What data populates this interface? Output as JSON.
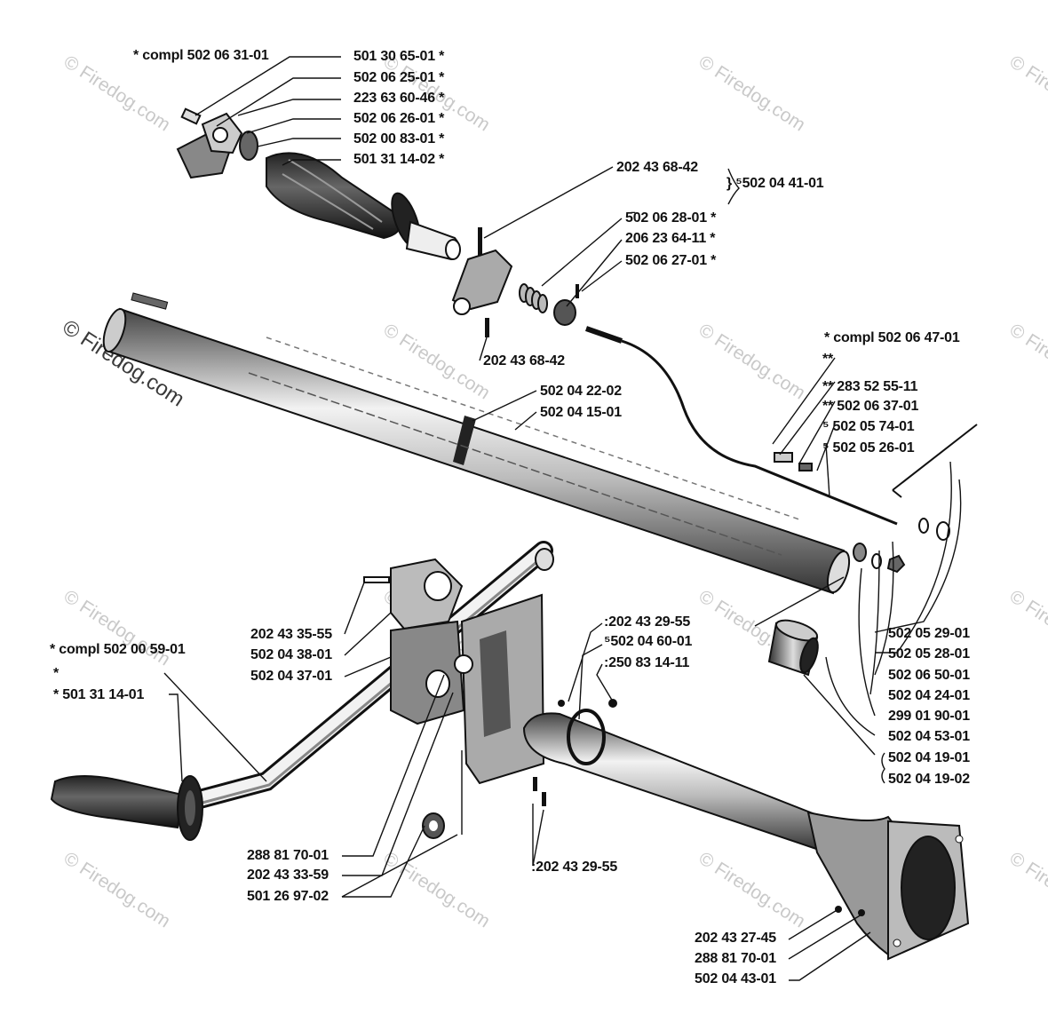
{
  "watermark": {
    "text": "© Firedog.com"
  },
  "parts": {
    "p01": "*  compl 502 06 31-01",
    "p02": "501 30 65-01  *",
    "p03": "502 06 25-01  *",
    "p04": "223 63 60-46  *",
    "p05": "502 06 26-01  *",
    "p06": "502 00 83-01  *",
    "p07": "501 31 14-02  *",
    "p08": "202 43 68-42",
    "p09": "} ⁵502 04 41-01",
    "p10": "5̄02 06 28-01  *",
    "p11": "206 23 64-11  *",
    "p12": "502 06 27-01  *",
    "p13": "202 43 68-42",
    "p14": "*  compl 502 06 47-01",
    "p15": "**",
    "p16": "**  283 52 55-11",
    "p17": "**  502 06 37-01",
    "p18": "⁵ 502 05 74-01",
    "p19": "⁵ 502 05 26-01",
    "p20": "502 04 22-02",
    "p21": "502 04 15-01",
    "p22": "202 43 35-55",
    "p23": "502 04 38-01",
    "p24": "502 04 37-01",
    "p25": "*  compl 502 00 59-01",
    "p26": "*",
    "p27": "*  501 31 14-01",
    "p28": ":202 43 29-55",
    "p29": "⁵502 04 60-01",
    "p30": ":250 83 14-11",
    "p31": "502 05 29-01",
    "p32": "502 05 28-01",
    "p33": "502 06 50-01",
    "p34": "502 04 24-01",
    "p35": "299 01 90-01",
    "p36": "502 04 53-01",
    "p37": "502 04 19-01",
    "p38": "502 04 19-02",
    "p39": "288 81 70-01",
    "p40": "202 43 33-59",
    "p41": "501 26 97-02",
    "p42": ":202 43 29-55",
    "p43": "202 43 27-45",
    "p44": "288 81 70-01",
    "p45": "502 04 43-01"
  },
  "colors": {
    "ink": "#111111",
    "shade": "#555555",
    "watermark": "#c9c9c9"
  }
}
